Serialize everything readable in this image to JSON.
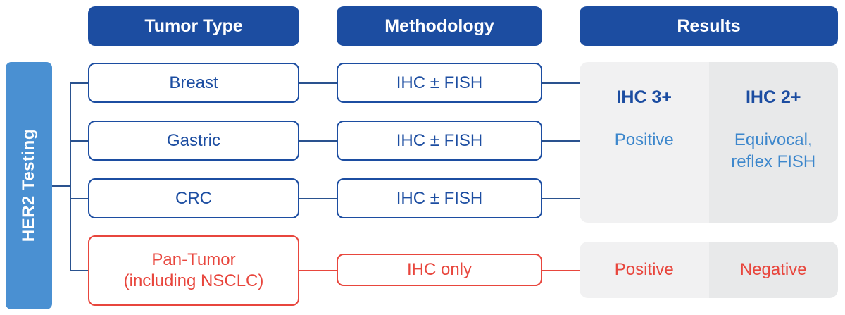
{
  "title_bar": {
    "label": "HER2 Testing"
  },
  "headers": {
    "tumor_type": "Tumor Type",
    "methodology": "Methodology",
    "results": "Results"
  },
  "rows": [
    {
      "tumor": "Breast",
      "method": "IHC ± FISH"
    },
    {
      "tumor": "Gastric",
      "method": "IHC ± FISH"
    },
    {
      "tumor": "CRC",
      "method": "IHC ± FISH"
    },
    {
      "tumor": "Pan-Tumor\n(including NSCLC)",
      "method": "IHC only"
    }
  ],
  "results_panel": {
    "top_left_title": "IHC 3+",
    "top_left_subtitle": "Positive",
    "top_right_title": "IHC 2+",
    "top_right_subtitle": "Equivocal,\nreflex FISH",
    "bottom_left": "Positive",
    "bottom_right": "Negative"
  },
  "colors": {
    "header_blue": "#1c4da1",
    "text_blue": "#1c4da1",
    "bar_blue": "#4a90d2",
    "light_blue": "#3d87cc",
    "red": "#e8463d",
    "line_blue": "#2a528f",
    "gray_left": "#f1f1f2",
    "gray_right": "#e8e9ea"
  }
}
